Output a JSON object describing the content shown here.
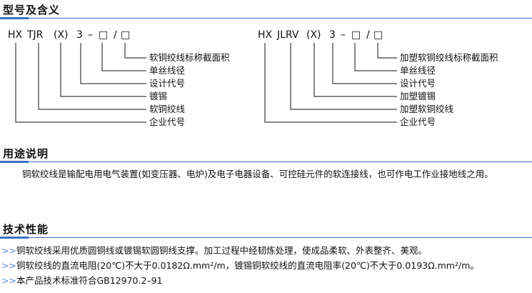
{
  "sections": {
    "model": "型号及含义",
    "usage": "用途说明",
    "tech": "技术性能"
  },
  "diagram_left": {
    "tokens": [
      "HX",
      "TJR",
      "(X)",
      "3",
      "–",
      "□",
      "/",
      "□"
    ],
    "labels": [
      "软铜绞线标称截面积",
      "单丝线径",
      "设计代号",
      "镀锡",
      "软铜绞线",
      "企业代号"
    ]
  },
  "diagram_right": {
    "tokens": [
      "HX",
      "JLRV",
      "(X)",
      "3",
      "–",
      "□",
      "/",
      "□"
    ],
    "labels": [
      "加塑软铜绞线标称截面积",
      "单丝线径",
      "设计代号",
      "加塑镀锡",
      "加塑软铜绞线",
      "企业代号"
    ]
  },
  "usage_text": "铜软绞线是输配电用电气装置(如变压器、电炉)及电子电器设备、可控硅元件的软连接线，也可作电工作业接地线之用。",
  "bullet_marker": ">>",
  "tech_items": [
    "铜软绞线采用优质圆铜线或镀锡软圆铜线支撑。加工过程中经韧炼处理，使成品柔软、外表整齐、美观。",
    "铜软绞线的直流电阻(20℃)不大于0.0182Ω.mm²/m，镀锡铜软绞线的直流电阻率(20℃)不大于0.0193Ω.mm²/m。",
    "本产品技术标准符合GB12970.2–91"
  ]
}
